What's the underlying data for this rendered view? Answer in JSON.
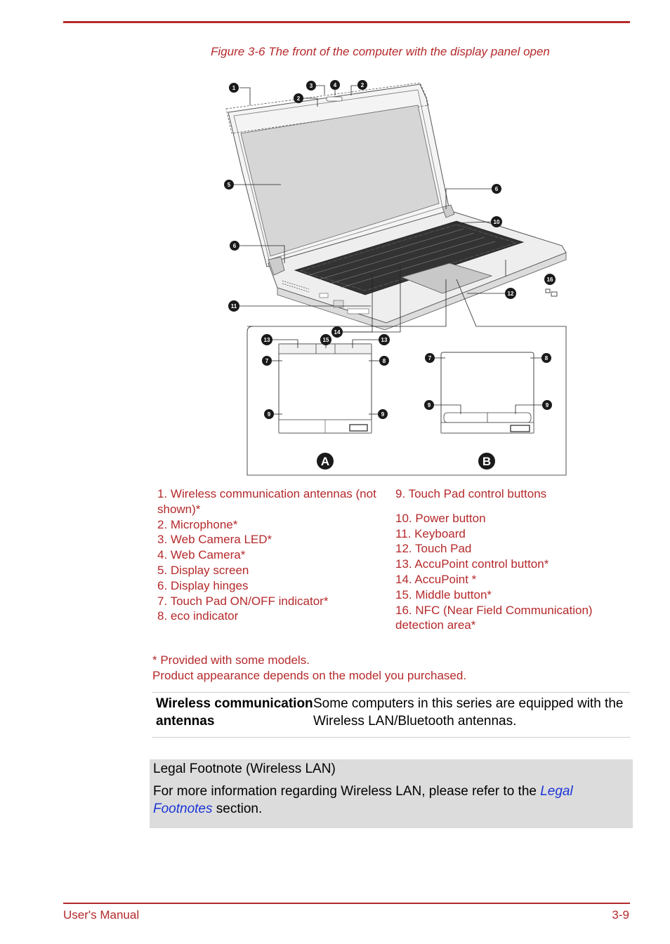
{
  "caption": "Figure 3-6 The front of the computer with the display panel open",
  "figure": {
    "callouts": [
      "1",
      "2",
      "3",
      "4",
      "2",
      "5",
      "6",
      "6",
      "10",
      "16",
      "12",
      "11",
      "14",
      "13",
      "15",
      "13",
      "7",
      "8",
      "9",
      "9",
      "7",
      "8",
      "9",
      "9"
    ],
    "panel_labels": [
      "A",
      "B"
    ]
  },
  "legend": {
    "left": [
      "1. Wireless communication antennas (not shown)*",
      "2. Microphone*",
      "3. Web Camera LED*",
      "4. Web Camera*",
      "5. Display screen",
      "6. Display hinges",
      "7. Touch Pad ON/OFF indicator*",
      "8. eco indicator"
    ],
    "right": [
      "9. Touch Pad control buttons",
      "10. Power button",
      "11. Keyboard",
      "12. Touch Pad",
      "13. AccuPoint control button*",
      "14. AccuPoint *",
      "15. Middle button*",
      "16. NFC (Near Field Communication) detection area*"
    ]
  },
  "notes": {
    "line1": "* Provided with some models.",
    "line2": "Product appearance depends on the model you purchased."
  },
  "definition": {
    "term": "Wireless communication antennas",
    "description": "Some computers in this series are equipped with the Wireless LAN/Bluetooth antennas."
  },
  "footnote": {
    "title": "Legal Footnote (Wireless LAN)",
    "text_before": "For more information regarding Wireless LAN, please refer to the ",
    "link": "Legal Footnotes",
    "text_after": " section."
  },
  "footer": {
    "left": "User's Manual",
    "right": "3-9"
  }
}
